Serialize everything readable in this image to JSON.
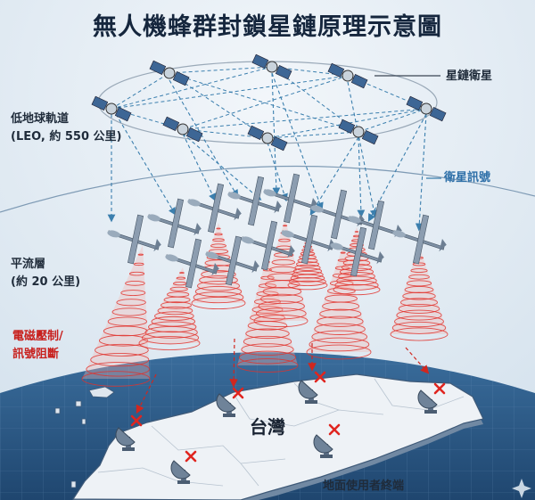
{
  "title": "無人機蜂群封鎖星鏈原理示意圖",
  "labels": {
    "starlink_satellites": "星鏈衛星",
    "satellite_signal": "衛星訊號",
    "leo_line1": "低地球軌道",
    "leo_line2": "(LEO, 約 550 公里)",
    "strato_line1": "平流層",
    "strato_line2": "(約 20 公里)",
    "jamming_line1": "電磁壓制/",
    "jamming_line2": "訊號阻斷",
    "taiwan": "台灣",
    "ground_terminals": "地面使用者終端"
  },
  "colors": {
    "background": "#e4edf4",
    "title": "#15263d",
    "signal_dash": "#3b7fae",
    "jamming_red": "#e0312b",
    "ocean": "#2f5d8c",
    "land": "#eef2f6",
    "drone": "#6d7f93"
  }
}
